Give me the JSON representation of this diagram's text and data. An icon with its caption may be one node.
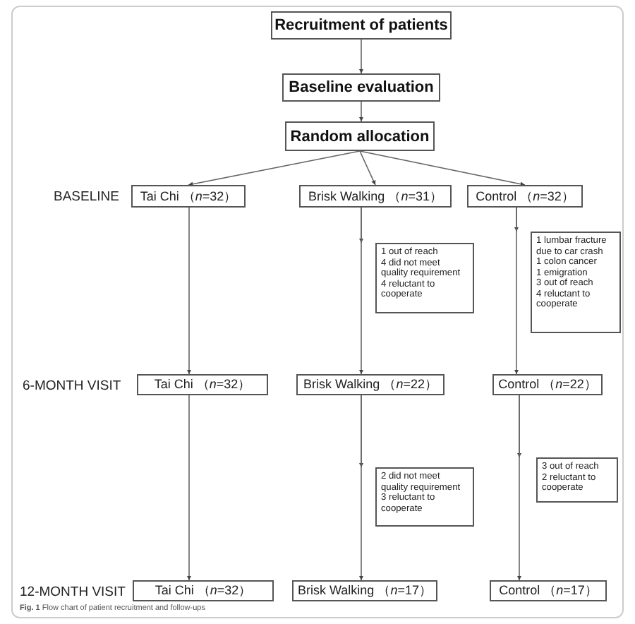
{
  "diagram": {
    "caption": "**Fig. 1** Flow chart of patient recruitment and follow-ups",
    "nodes": [
      {
        "text": [
          "Recruitment of patients"
        ]
      },
      {
        "text": [
          "Baseline evaluation"
        ]
      },
      {
        "text": [
          "Random allocation"
        ]
      },
      {
        "text": [
          "Tai Chi （*n*=32）"
        ]
      },
      {
        "text": [
          "Brisk Walking （*n*=31）"
        ]
      },
      {
        "text": [
          "Control （*n*=32）"
        ]
      },
      {
        "text": [
          "1 out of reach",
          "4 did not meet quality requirement",
          "4 reluctant to cooperate"
        ]
      },
      {
        "text": [
          "1 lumbar fracture due to car crash",
          "1 colon cancer",
          "1 emigration",
          "3 out of reach",
          "4 reluctant to cooperate"
        ]
      },
      {
        "text": [
          "Tai Chi （*n*=32）"
        ]
      },
      {
        "text": [
          "Brisk Walking （*n*=22）"
        ]
      },
      {
        "text": [
          "Control （*n*=22）"
        ]
      },
      {
        "text": [
          "2 did not meet quality requirement",
          "3 reluctant to cooperate"
        ]
      },
      {
        "text": [
          "3 out of reach",
          "2 reluctant to cooperate"
        ]
      },
      {
        "text": [
          "Tai Chi （*n*=32）"
        ]
      },
      {
        "text": [
          "Brisk Walking （*n*=17）"
        ]
      },
      {
        "text": [
          "Control （*n*=17）"
        ]
      }
    ],
    "edges": [
      {
        "from": 0,
        "to": 1,
        "arrow": "to"
      },
      {
        "from": 1,
        "to": 2,
        "arrow": "to"
      },
      {
        "from": 2,
        "to": 3,
        "arrow": "to"
      },
      {
        "from": 2,
        "to": 4,
        "arrow": "to"
      },
      {
        "from": 2,
        "to": 5,
        "arrow": "to"
      },
      {
        "from": 4,
        "to": 6,
        "arrow": "to"
      },
      {
        "from": 5,
        "to": 7,
        "arrow": "to"
      },
      {
        "from": 3,
        "to": 8,
        "arrow": "to"
      },
      {
        "from": 4,
        "to": 9,
        "arrow": "to"
      },
      {
        "from": 5,
        "to": 10,
        "arrow": "to"
      },
      {
        "from": 9,
        "to": 11,
        "arrow": "to"
      },
      {
        "from": 10,
        "to": 12,
        "arrow": "to"
      },
      {
        "from": 8,
        "to": 13,
        "arrow": "to"
      },
      {
        "from": 9,
        "to": 14,
        "arrow": "to"
      },
      {
        "from": 10,
        "to": 15,
        "arrow": "to"
      }
    ],
    "labels": [
      "BASELINE",
      "6-MONTH VISIT",
      "12-MONTH VISIT"
    ]
  }
}
